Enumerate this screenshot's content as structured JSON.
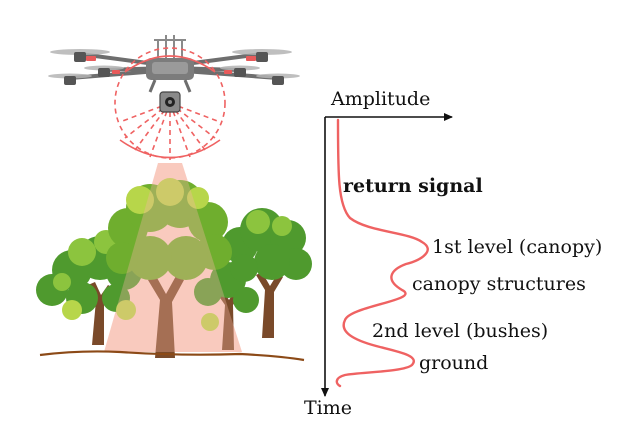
{
  "axes": {
    "y_label": "Amplitude",
    "x_label": "Time"
  },
  "annotations": {
    "return_signal": "return signal",
    "first_level": "1st level (canopy)",
    "canopy_structures": "canopy structures",
    "second_level": "2nd level (bushes)",
    "ground": "ground"
  },
  "colors": {
    "signal": "#ef6262",
    "beam": "#f7b4a4",
    "ground_line": "#8c4a17",
    "foliage": "#6fae2e",
    "foliage_light": "#b7d64a",
    "trunk": "#7a4a2a",
    "drone_body": "#7c7c7c"
  },
  "icons": {
    "drone": "drone-icon",
    "lidar_sensor": "lidar-sensor-icon",
    "trees": "trees-illustration"
  }
}
